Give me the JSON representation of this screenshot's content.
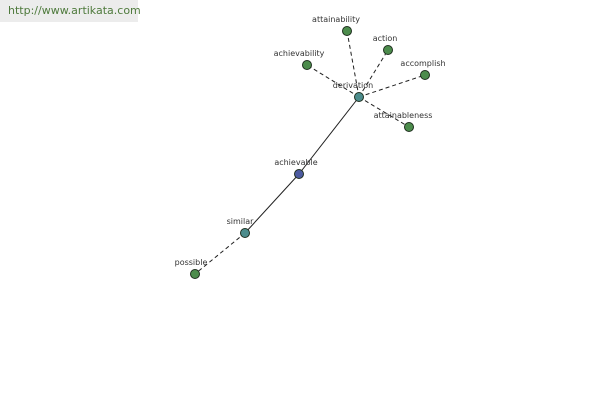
{
  "banner": {
    "url_text": "http://www.artikata.com"
  },
  "colors": {
    "leaf_node": "#4c8c4c",
    "hub_node": "#4c8c8c",
    "center_node": "#4c5aa0",
    "edge": "#202020"
  },
  "graph": {
    "center": "achievable",
    "nodes": [
      {
        "id": "attainability",
        "label": "attainability",
        "kind": "leaf"
      },
      {
        "id": "action",
        "label": "action",
        "kind": "leaf"
      },
      {
        "id": "achievability",
        "label": "achievability",
        "kind": "leaf"
      },
      {
        "id": "accomplish",
        "label": "accomplish",
        "kind": "leaf"
      },
      {
        "id": "derivation",
        "label": "derivation",
        "kind": "hub"
      },
      {
        "id": "attainableness",
        "label": "attainableness",
        "kind": "leaf"
      },
      {
        "id": "achievable",
        "label": "achievable",
        "kind": "center"
      },
      {
        "id": "similar",
        "label": "similar",
        "kind": "hub"
      },
      {
        "id": "possible",
        "label": "possible",
        "kind": "leaf"
      }
    ],
    "edges": [
      {
        "from": "achievable",
        "to": "derivation",
        "style": "solid"
      },
      {
        "from": "achievable",
        "to": "similar",
        "style": "solid"
      },
      {
        "from": "derivation",
        "to": "attainability",
        "style": "dashed"
      },
      {
        "from": "derivation",
        "to": "action",
        "style": "dashed"
      },
      {
        "from": "derivation",
        "to": "achievability",
        "style": "dashed"
      },
      {
        "from": "derivation",
        "to": "accomplish",
        "style": "dashed"
      },
      {
        "from": "derivation",
        "to": "attainableness",
        "style": "dashed"
      },
      {
        "from": "similar",
        "to": "possible",
        "style": "dashed"
      }
    ]
  }
}
